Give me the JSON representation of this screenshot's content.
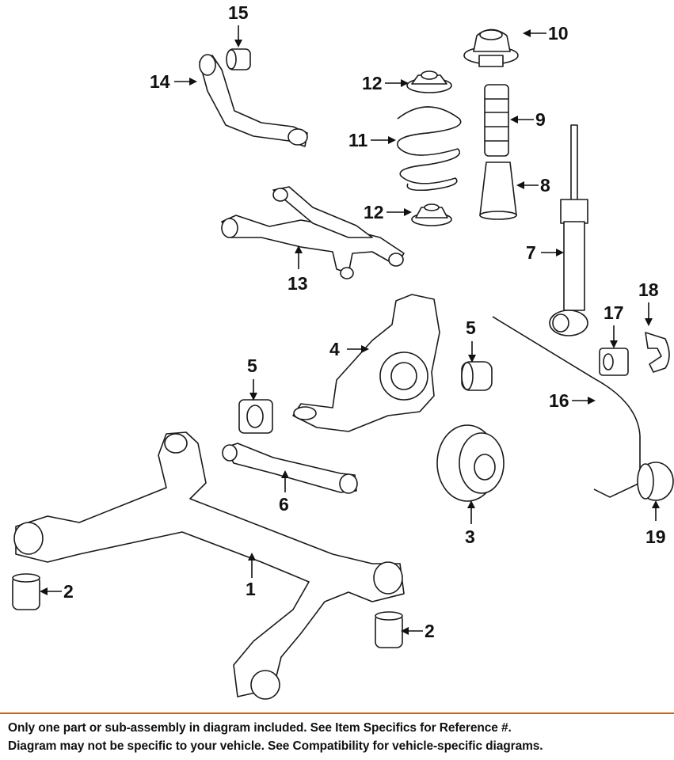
{
  "callouts": [
    {
      "id": "c1",
      "label": "1"
    },
    {
      "id": "c2a",
      "label": "2"
    },
    {
      "id": "c2b",
      "label": "2"
    },
    {
      "id": "c3",
      "label": "3"
    },
    {
      "id": "c4",
      "label": "4"
    },
    {
      "id": "c5a",
      "label": "5"
    },
    {
      "id": "c5b",
      "label": "5"
    },
    {
      "id": "c6",
      "label": "6"
    },
    {
      "id": "c7",
      "label": "7"
    },
    {
      "id": "c8",
      "label": "8"
    },
    {
      "id": "c9",
      "label": "9"
    },
    {
      "id": "c10",
      "label": "10"
    },
    {
      "id": "c11",
      "label": "11"
    },
    {
      "id": "c12a",
      "label": "12"
    },
    {
      "id": "c12b",
      "label": "12"
    },
    {
      "id": "c13",
      "label": "13"
    },
    {
      "id": "c14",
      "label": "14"
    },
    {
      "id": "c15",
      "label": "15"
    },
    {
      "id": "c16",
      "label": "16"
    },
    {
      "id": "c17",
      "label": "17"
    },
    {
      "id": "c18",
      "label": "18"
    },
    {
      "id": "c19",
      "label": "19"
    }
  ],
  "banner": {
    "line1": "Only one part or sub-assembly in diagram included. See Item Specifics for Reference #.",
    "line2": "Diagram may not be specific to your vehicle. See Compatibility for vehicle-specific diagrams.",
    "border_color": "#c2651f"
  }
}
